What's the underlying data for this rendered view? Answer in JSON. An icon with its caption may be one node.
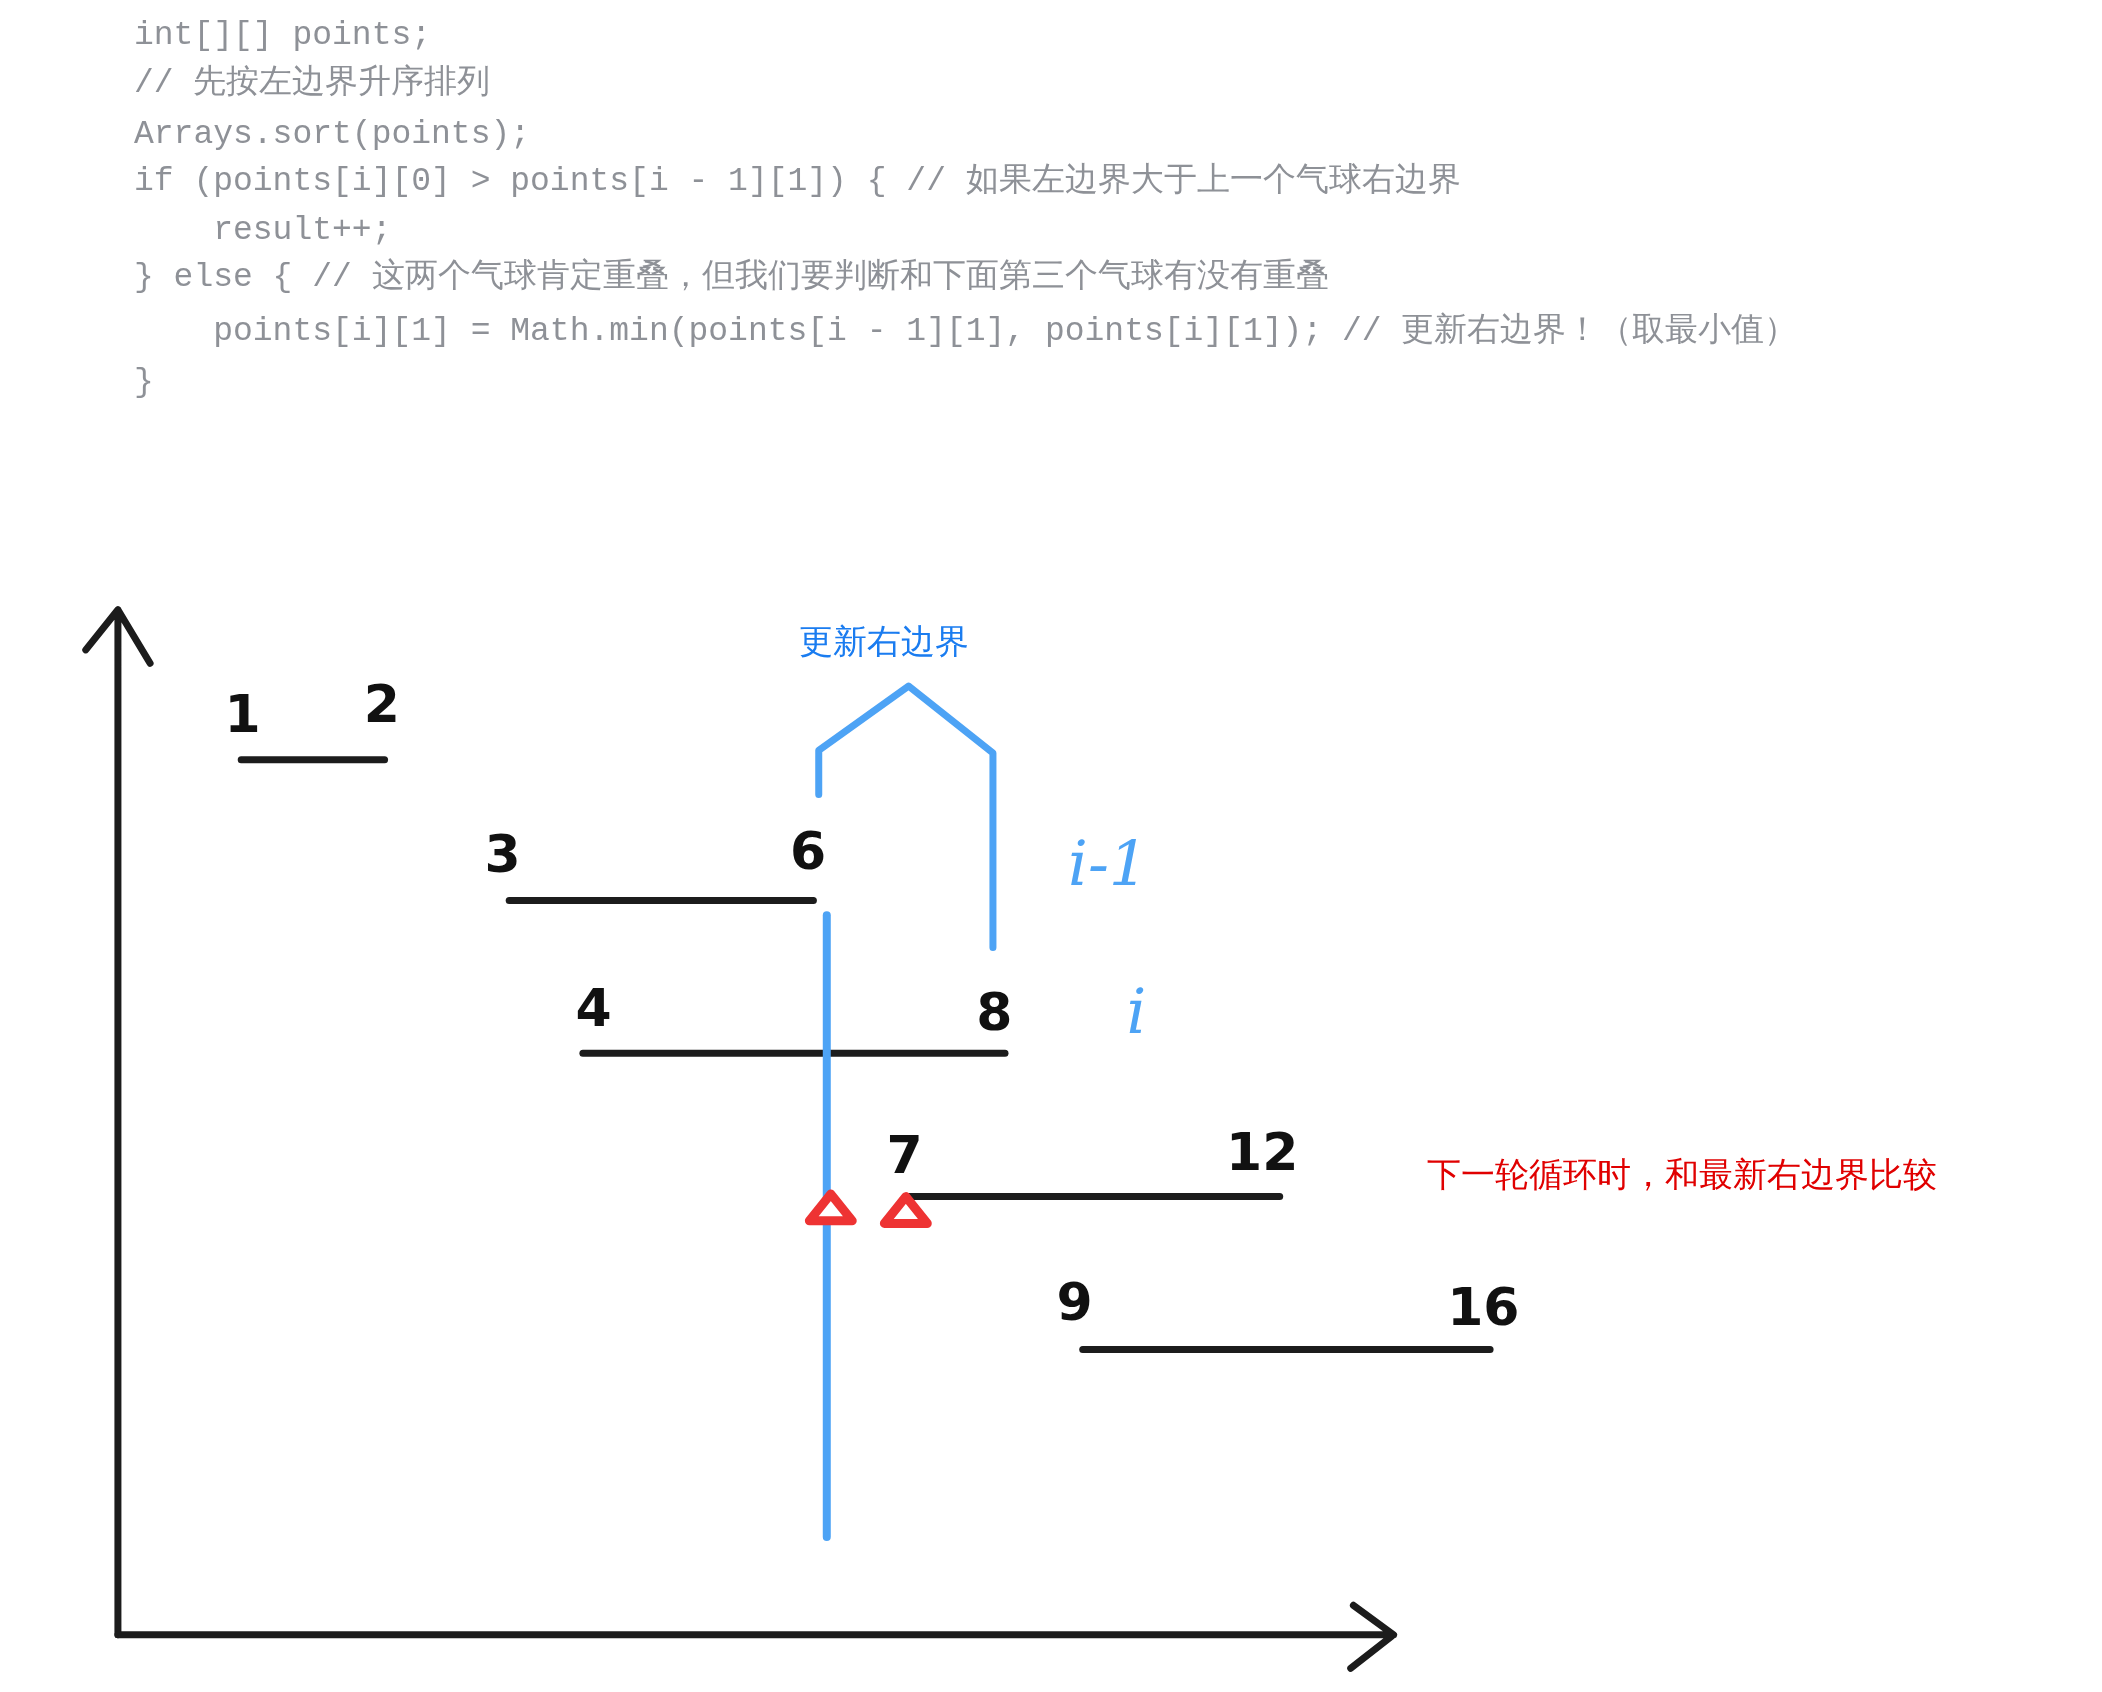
{
  "diagram": {
    "labels": [
      "int[][] points;",
      "// 先按左边界升序排列",
      "Arrays.sort(points);",
      "if (points[i][0] > points[i - 1][1]) { // 如果左边界大于上一个气球右边界",
      "    result++;",
      "} else { // 这两个气球肯定重叠，但我们要判断和下面第三个气球有没有重叠",
      "    points[i][1] = Math.min(points[i - 1][1], points[i][1]); // 更新右边界！（取最小值）",
      "}",
      "更新右边界",
      "1",
      "2",
      "3",
      "6",
      "i-1",
      "4",
      "8",
      "i",
      "7",
      "12",
      "下一轮循环时，和最新右边界比较",
      "9",
      "16"
    ]
  }
}
